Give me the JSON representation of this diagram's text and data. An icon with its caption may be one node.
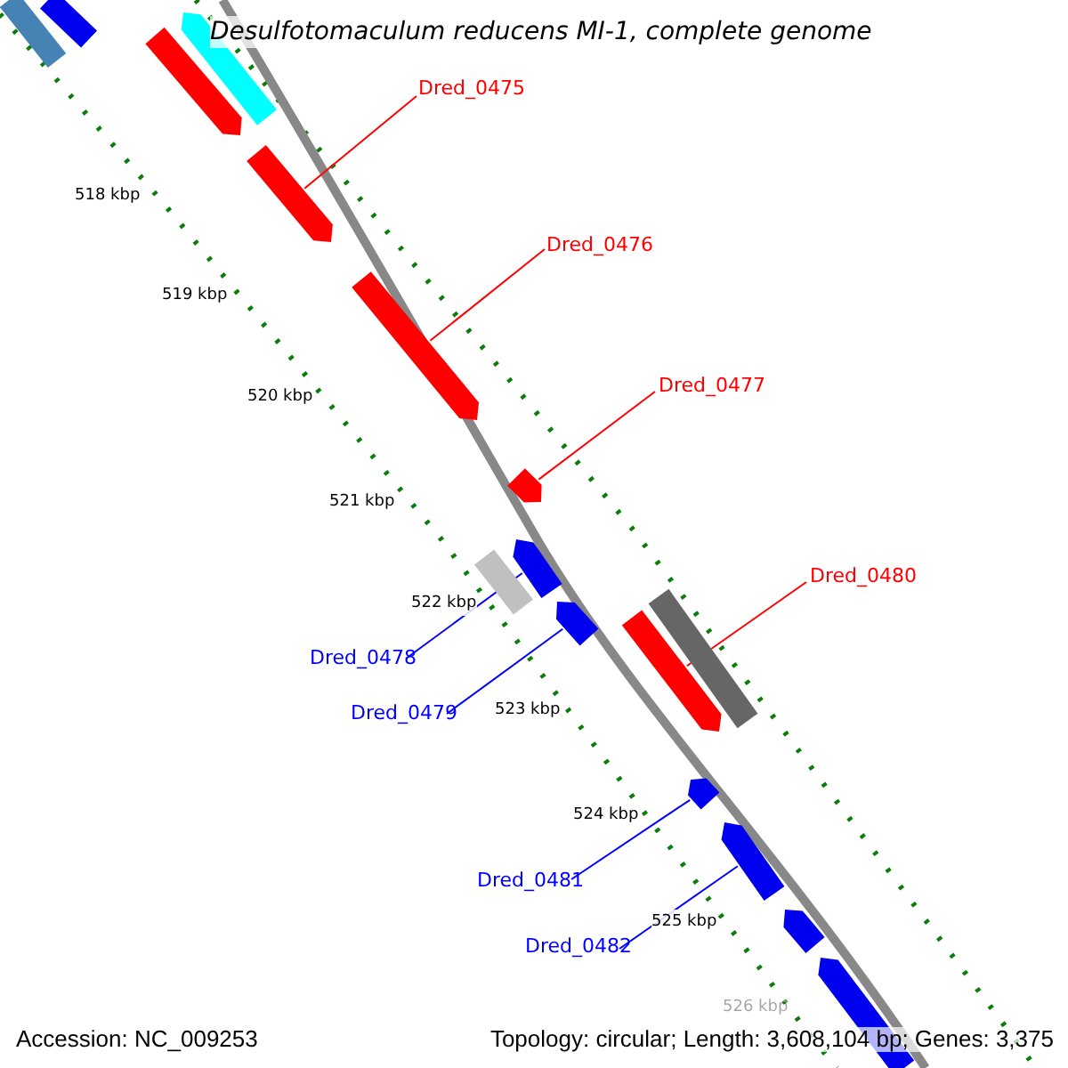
{
  "diagram": {
    "title": "Desulfotomaculum reducens MI-1, complete genome",
    "nodes": [
      {
        "text": [
          "Dred_0475"
        ]
      },
      {
        "text": [
          "Dred_0476"
        ]
      },
      {
        "text": [
          "Dred_0477"
        ]
      },
      {
        "text": [
          "Dred_0480"
        ]
      },
      {
        "text": [
          "Dred_0478"
        ]
      },
      {
        "text": [
          "Dred_0479"
        ]
      },
      {
        "text": [
          "Dred_0481"
        ]
      },
      {
        "text": [
          "Dred_0482"
        ]
      },
      {
        "text": [],
        "shape": "arrow"
      },
      {
        "text": [],
        "shape": "arrow"
      },
      {
        "text": [],
        "shape": "arrow"
      },
      {
        "text": [],
        "shape": "arrow"
      },
      {
        "text": [],
        "shape": "arrow"
      },
      {
        "text": [],
        "shape": "arrow"
      },
      {
        "text": [],
        "shape": "arrow"
      },
      {
        "text": [],
        "shape": "arrow"
      },
      {
        "text": [],
        "shape": "bar"
      },
      {
        "text": [],
        "shape": "bar"
      },
      {
        "text": [],
        "shape": "arrow"
      },
      {
        "text": [],
        "shape": "arrow"
      },
      {
        "text": [],
        "shape": "bar"
      },
      {
        "text": [],
        "shape": "bar"
      },
      {
        "text": [],
        "shape": "arrow"
      },
      {
        "text": [],
        "shape": "arrow"
      }
    ],
    "edges": [
      {
        "from": 0,
        "to": 8,
        "arrow": "none",
        "color": "#ff0000"
      },
      {
        "from": 1,
        "to": 9,
        "arrow": "none",
        "color": "#ff0000"
      },
      {
        "from": 2,
        "to": 10,
        "arrow": "none",
        "color": "#ff0000"
      },
      {
        "from": 3,
        "to": 11,
        "arrow": "none",
        "color": "#ff0000"
      },
      {
        "from": 4,
        "to": 12,
        "arrow": "none",
        "color": "#0000ff"
      },
      {
        "from": 5,
        "to": 13,
        "arrow": "none",
        "color": "#0000ff"
      },
      {
        "from": 6,
        "to": 14,
        "arrow": "none",
        "color": "#0000ff"
      },
      {
        "from": 7,
        "to": 15,
        "arrow": "none",
        "color": "#0000ff"
      }
    ],
    "labels": [
      "518 kbp",
      "519 kbp",
      "520 kbp",
      "521 kbp",
      "522 kbp",
      "523 kbp",
      "524 kbp",
      "525 kbp",
      "526 kbp",
      "Accession: NC_009253",
      "Topology: circular; Length: 3,608,104 bp; Genes: 3,375"
    ]
  }
}
